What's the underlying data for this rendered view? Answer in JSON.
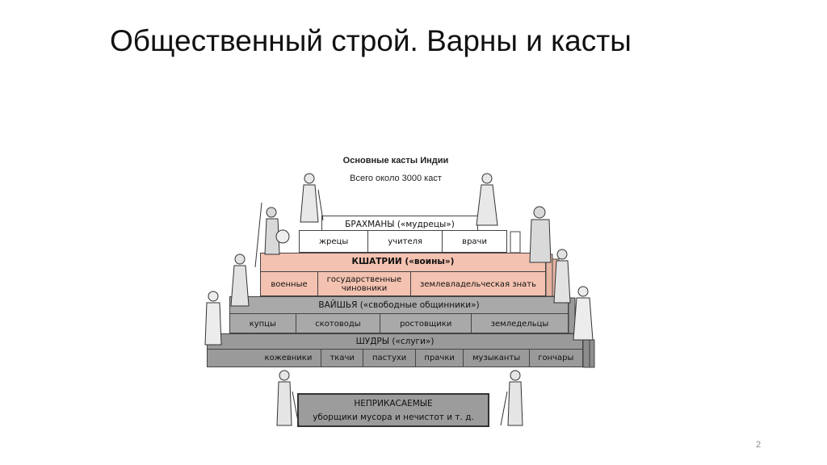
{
  "slide": {
    "title": "Общественный строй. Варны и касты",
    "page_number": "2"
  },
  "diagram": {
    "title": "Основные касты Индии",
    "subtitle": "Всего около 3000 каст",
    "tiers": {
      "brahmins": {
        "label": "БРАХМАНЫ («мудрецы»)",
        "groups": [
          "жрецы",
          "учителя",
          "врачи"
        ],
        "color": "#ffffff"
      },
      "kshatriya": {
        "label": "КШАТРИИ («воины»)",
        "groups": [
          "военные",
          "государственные чиновники",
          "землевладельческая знать"
        ],
        "color": "#f3c2b0"
      },
      "vaishya": {
        "label": "ВАЙШЬЯ («свободные общинники»)",
        "groups": [
          "купцы",
          "скотоводы",
          "ростовщики",
          "земледельцы"
        ],
        "color": "#a9a9a9"
      },
      "shudra": {
        "label": "ШУДРЫ («слуги»)",
        "groups": [
          "кожевники",
          "ткачи",
          "пастухи",
          "прачки",
          "музыканты",
          "гончары"
        ],
        "color": "#9a9a9a"
      },
      "untouchables": {
        "label": "НЕПРИКАСАЕМЫЕ",
        "description": "уборщики мусора и нечистот и т. д.",
        "color": "#9c9c9c"
      }
    },
    "figures": [
      "brahmin-figure",
      "brahmin-figure",
      "warrior-figure",
      "warrior-figure",
      "official-figure",
      "merchant-figure",
      "merchant-figure",
      "sweeper-figure",
      "sweeper-figure"
    ]
  }
}
